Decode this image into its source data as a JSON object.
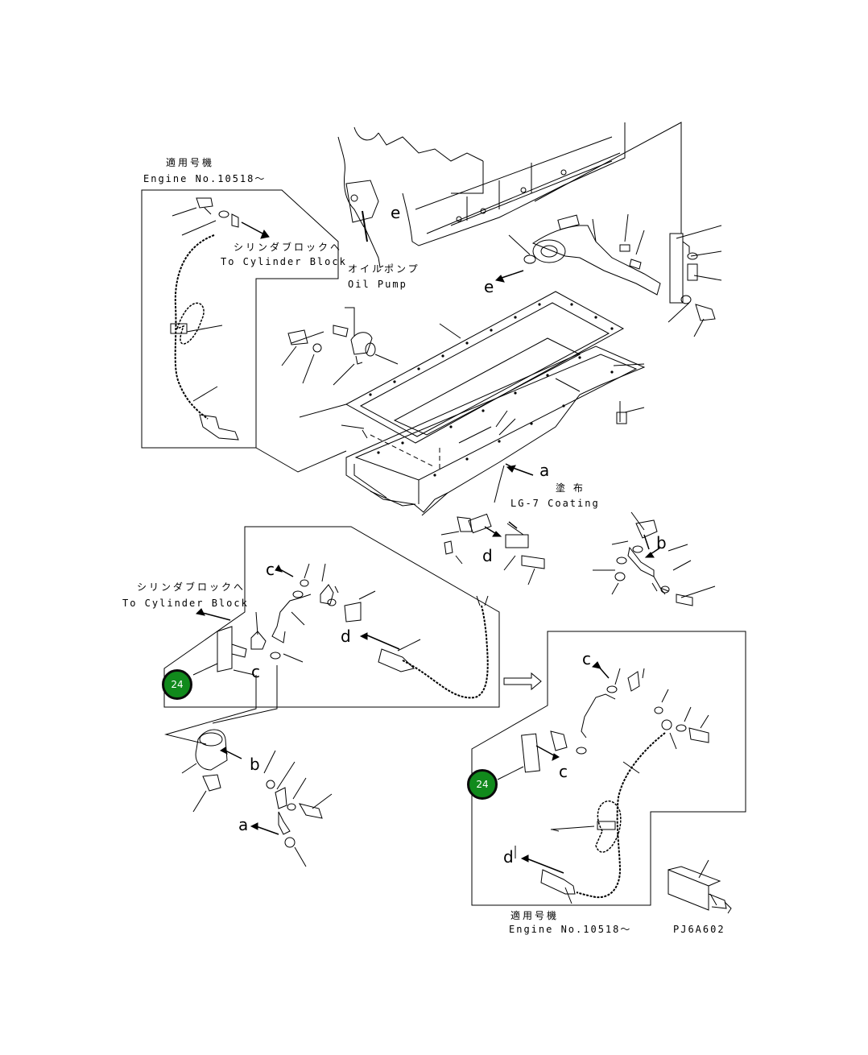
{
  "labels": {
    "applicable_top_jp": "適用号機",
    "engine_no_top": "Engine No.10518～",
    "to_cyl_jp_top": "シリンダブロックへ",
    "to_cyl_en_top": "To Cylinder Block",
    "oil_pump_jp": "オイルポンプ",
    "oil_pump_en": "Oil Pump",
    "coating_jp": "塗 布",
    "coating_en": "LG-7 Coating",
    "to_cyl_jp_mid": "シリンダブロックへ",
    "to_cyl_en_mid": "To Cylinder Block",
    "applicable_bottom_jp": "適用号機",
    "engine_no_bottom": "Engine No.10518～",
    "drawing_code": "PJ6A602"
  },
  "letters": {
    "a": "a",
    "b": "b",
    "c": "c",
    "d": "d",
    "e": "e"
  },
  "badges": {
    "part_24": "24"
  },
  "colors": {
    "line": "#000000",
    "badge_fill": "#118a1c",
    "badge_border": "#0b0b0b",
    "badge_text": "#ffffff"
  }
}
